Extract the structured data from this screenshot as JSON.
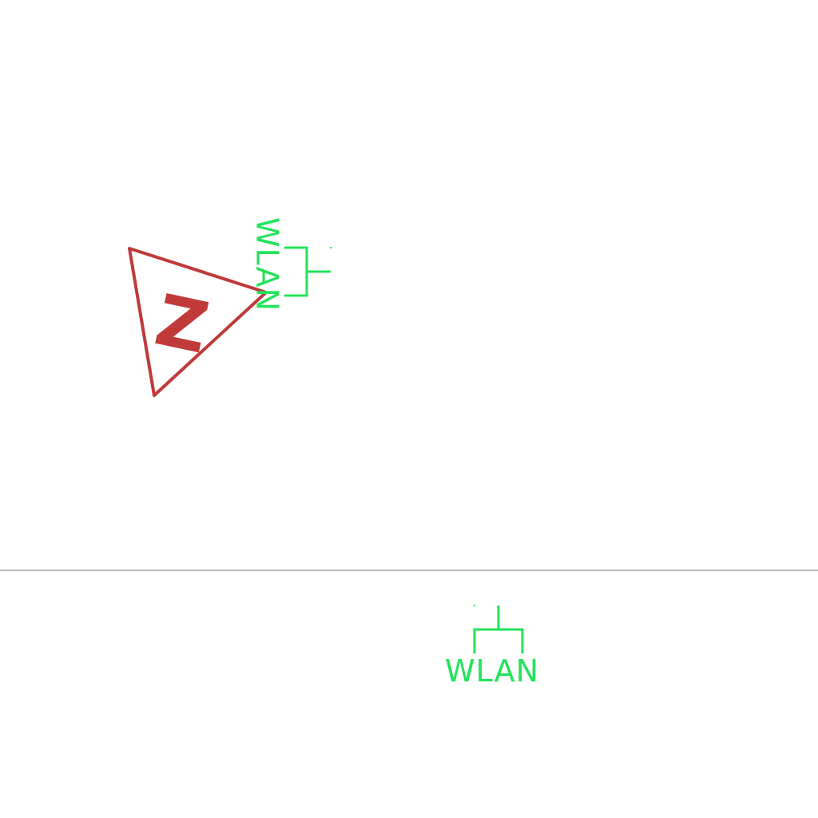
{
  "colors": {
    "background": "#ffffff",
    "wlan_symbol": "#22e35a",
    "triangle_symbol": "#bf3a3a",
    "divider": "#b9b9b9"
  },
  "symbols": {
    "triangle_marker": {
      "label": "Z"
    },
    "wlan_upper": {
      "label": "WLAN"
    },
    "wlan_lower": {
      "label": "WLAN"
    }
  }
}
